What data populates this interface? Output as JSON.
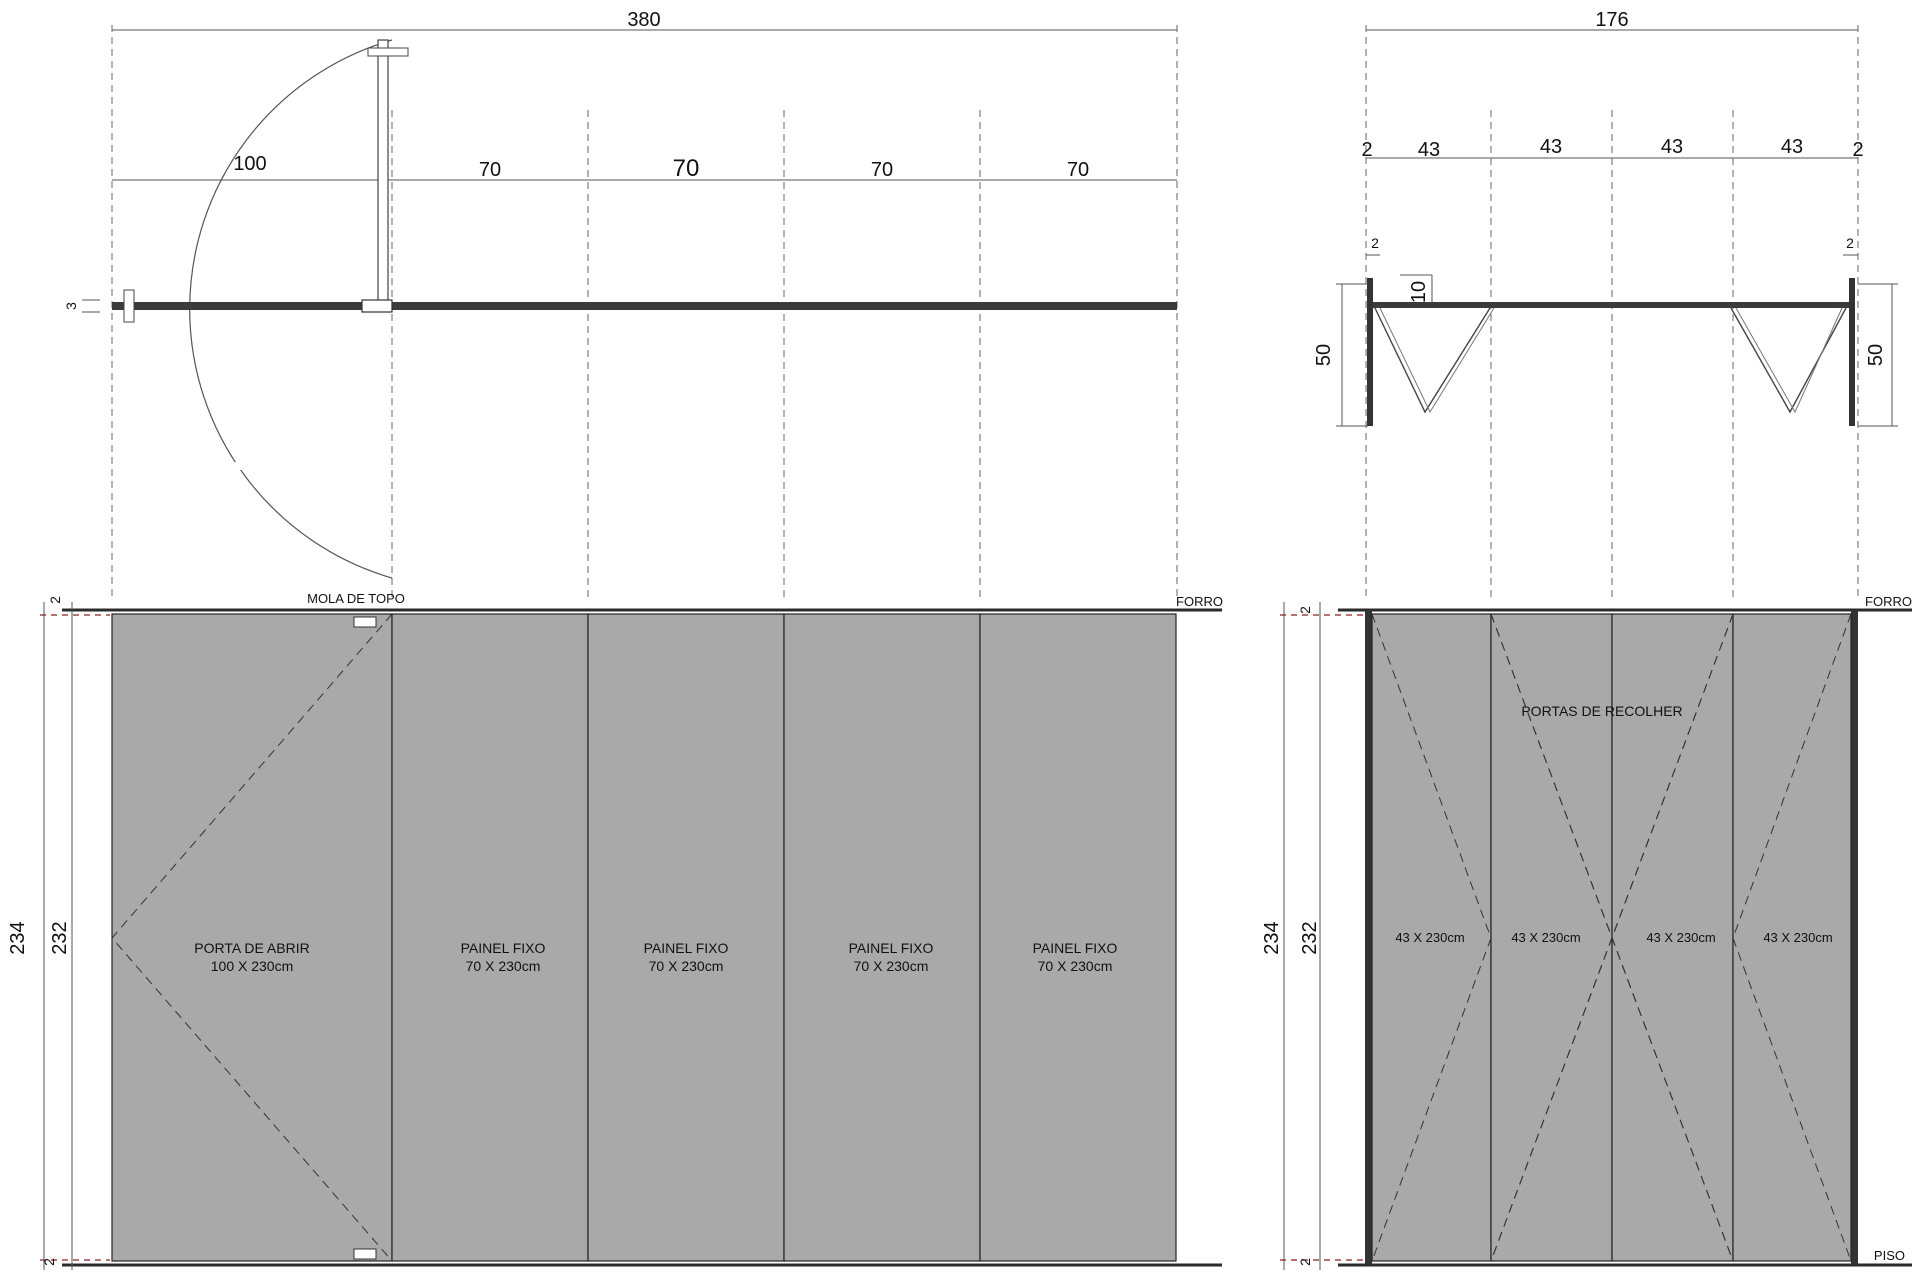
{
  "plan_left": {
    "overall": "380",
    "segments": [
      "100",
      "70",
      "70",
      "70",
      "70"
    ],
    "track_thickness": "3"
  },
  "plan_right": {
    "overall": "176",
    "segments": [
      "2",
      "43",
      "43",
      "43",
      "43",
      "2"
    ],
    "post_top_left": "2",
    "post_top_right": "2",
    "offset": "10",
    "depth_left": "50",
    "depth_right": "50"
  },
  "elevation_left": {
    "total_height": "234",
    "panel_height": "232",
    "top_gap": "2",
    "bottom_gap": "2",
    "top_hardware": "MOLA DE TOPO",
    "ceiling": "FORRO",
    "panels": [
      {
        "title": "PORTA DE ABRIR",
        "size": "100 X 230cm"
      },
      {
        "title": "PAINEL FIXO",
        "size": "70 X 230cm"
      },
      {
        "title": "PAINEL FIXO",
        "size": "70 X 230cm"
      },
      {
        "title": "PAINEL FIXO",
        "size": "70 X 230cm"
      },
      {
        "title": "PAINEL FIXO",
        "size": "70 X 230cm"
      }
    ]
  },
  "elevation_right": {
    "total_height": "234",
    "panel_height": "232",
    "top_gap": "2",
    "bottom_gap": "2",
    "ceiling": "FORRO",
    "floor": "PISO",
    "title": "PORTAS DE RECOLHER",
    "panel_sizes": [
      "43 X 230cm",
      "43 X 230cm",
      "43 X 230cm",
      "43 X 230cm"
    ]
  }
}
